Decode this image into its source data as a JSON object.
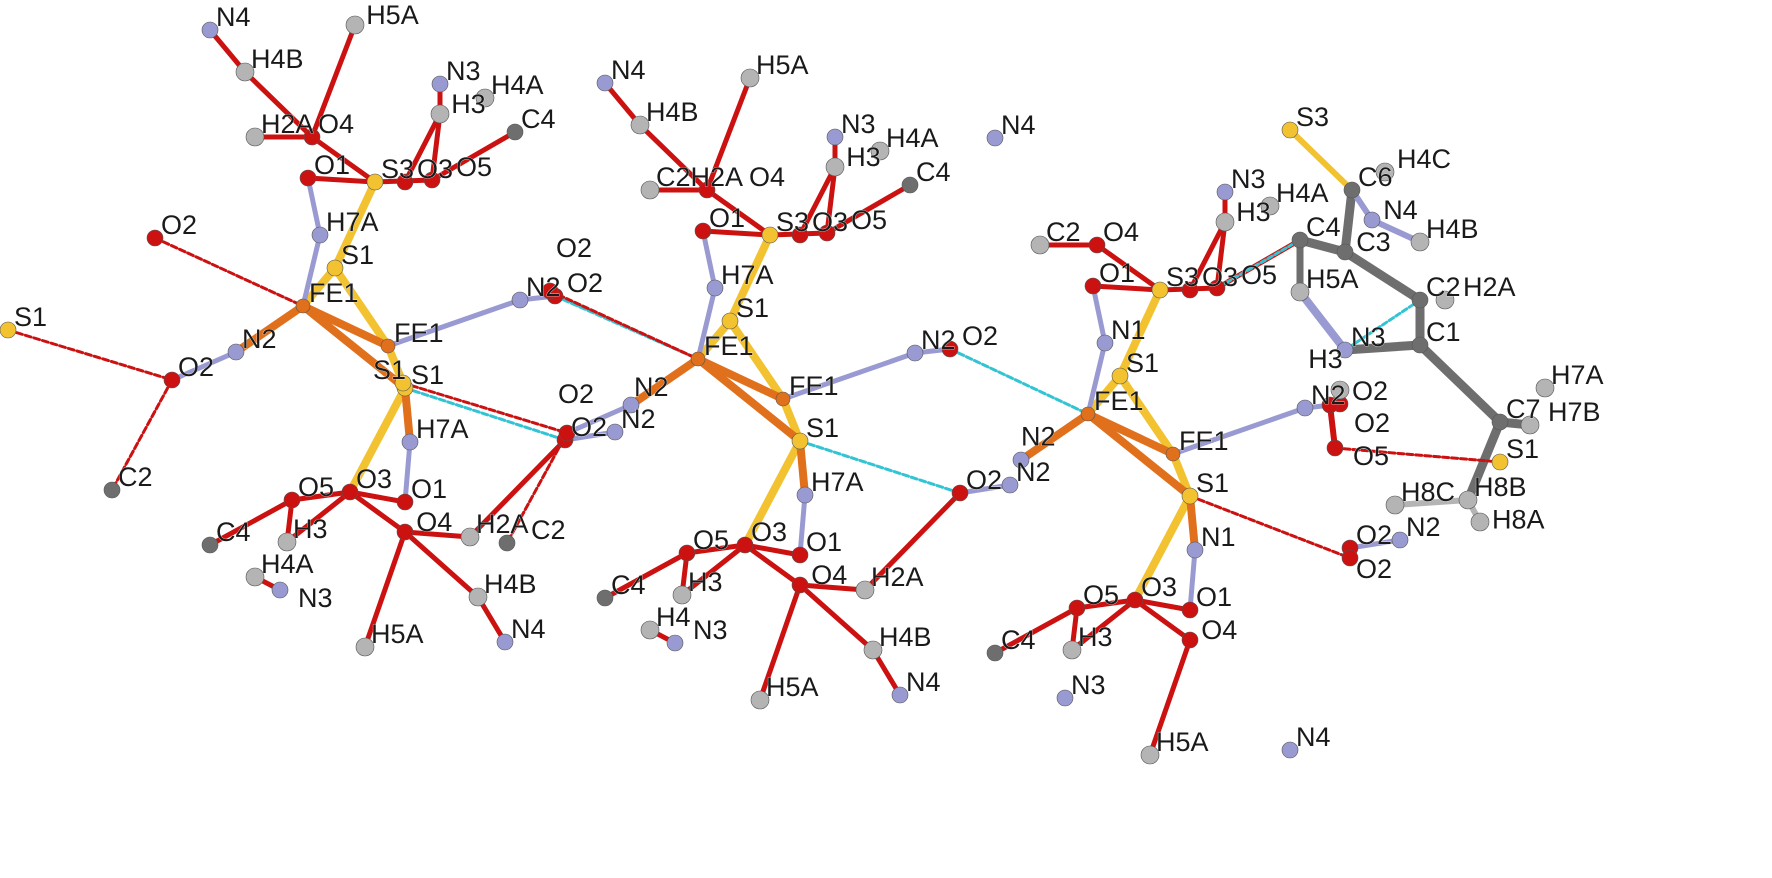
{
  "colors": {
    "N": "#9a9ad2",
    "O": "#cc1111",
    "H": "#b4b4b4",
    "C": "#6e6e6e",
    "S": "#f2c230",
    "Fe": "#e0701c",
    "hbond": "#33c4d4"
  },
  "units": [
    {
      "labels": [
        "N4",
        "H5A",
        "H4B",
        "N3",
        "H4A",
        "H3",
        "C4",
        "H2A",
        "O4",
        "O1",
        "S3",
        "O3",
        "O5",
        "H7A",
        "S1",
        "FE1",
        "O2",
        "S1",
        "N2",
        "O2",
        "FE1",
        "S1",
        "N2",
        "O2",
        "H7A",
        "C2",
        "O5",
        "O3",
        "O1",
        "C4",
        "H3",
        "H4A",
        "N3",
        "O4",
        "H2A",
        "H4B",
        "N4",
        "H5A",
        "O2",
        "N2"
      ]
    },
    {
      "labels": [
        "N4",
        "H5A",
        "H4B",
        "N3",
        "H4A",
        "H3",
        "C4",
        "C2H2A",
        "O4",
        "O1",
        "S3",
        "O3",
        "O5",
        "H7A",
        "S1",
        "FE1",
        "O2",
        "S1",
        "N2",
        "O2",
        "FE1",
        "S1",
        "N2",
        "O2",
        "H7A",
        "C2",
        "O5",
        "O3",
        "O1",
        "C4",
        "H3",
        "H4",
        "N3",
        "O4",
        "H2A",
        "H4B",
        "N4",
        "H5A",
        "O2",
        "N2"
      ]
    },
    {
      "labels": [
        "N4",
        "",
        "",
        "N3",
        "H4A",
        "H3",
        "C4",
        "C2",
        "O4",
        "O1",
        "S3",
        "O3",
        "O5",
        "N1",
        "S1",
        "FE1",
        "",
        "",
        "N2",
        "",
        "FE1",
        "S1",
        "N2",
        "O2",
        "N1",
        "",
        "O5",
        "O3",
        "O1",
        "C4",
        "H3",
        "",
        "N3",
        "O4",
        "",
        "",
        "N4",
        "H5A",
        "O2",
        "N2"
      ]
    }
  ],
  "cation": {
    "labels": [
      "S3",
      "C6",
      "H4C",
      "N4",
      "H4B",
      "C3",
      "C2",
      "H2A",
      "N3",
      "C1",
      "H3",
      "O2",
      "C7",
      "H7A",
      "H7B",
      "O5",
      "S1",
      "H8B",
      "H8C",
      "H8A",
      "O2",
      "H5A"
    ]
  }
}
